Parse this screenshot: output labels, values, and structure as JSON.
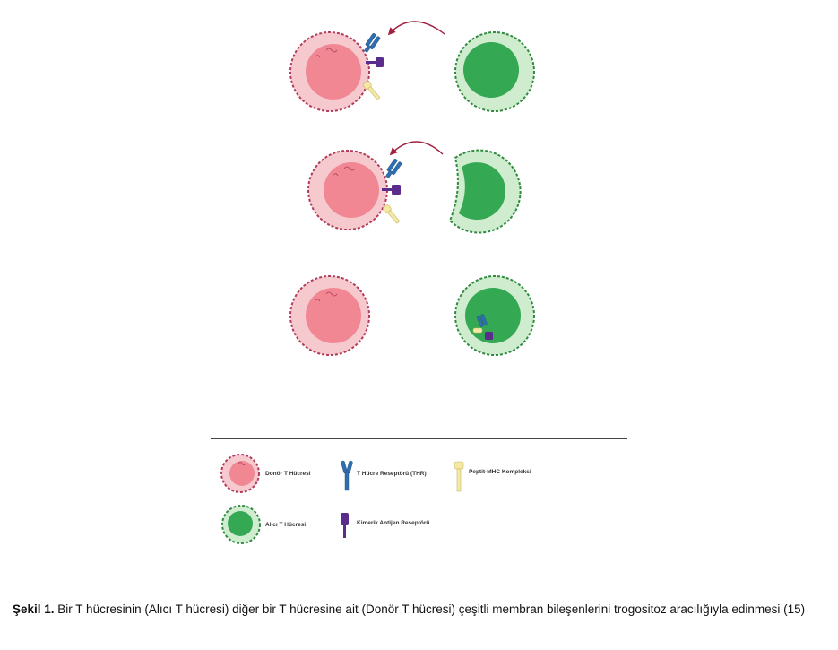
{
  "colors": {
    "donor_membrane": "#f6c9cf",
    "donor_outline": "#b23b5a",
    "donor_nucleus": "#f08793",
    "recipient_membrane": "#cfeccf",
    "recipient_outline": "#2f8a3e",
    "recipient_nucleus": "#34a853",
    "tcr": "#2f6fb0",
    "car": "#5a2d8c",
    "pmhc": "#f3e8a6",
    "arrow": "#a02040",
    "divider": "#444444"
  },
  "legend": {
    "donor": "Donör T Hücresi",
    "recipient": "Alıcı T Hücresi",
    "tcr": "T Hücre Reseptörü (THR)",
    "car": "Kimerik Antijen Reseptörü",
    "pmhc": "Peptit-MHC Kompleksi"
  },
  "caption": {
    "label": "Şekil 1.",
    "text": " Bir T hücresinin (Alıcı T hücresi) diğer bir T hücresine ait (Donör T hücresi) çeşitli membran bileşenlerini trogositoz aracılığıyla edinmesi (15)"
  },
  "icons": {
    "donor_cell": "donor-t-cell-icon",
    "recipient_cell": "recipient-t-cell-icon",
    "tcr": "t-cell-receptor-icon",
    "car": "chimeric-antigen-receptor-icon",
    "pmhc": "peptide-mhc-complex-icon",
    "arrow": "curved-arrow-icon"
  }
}
